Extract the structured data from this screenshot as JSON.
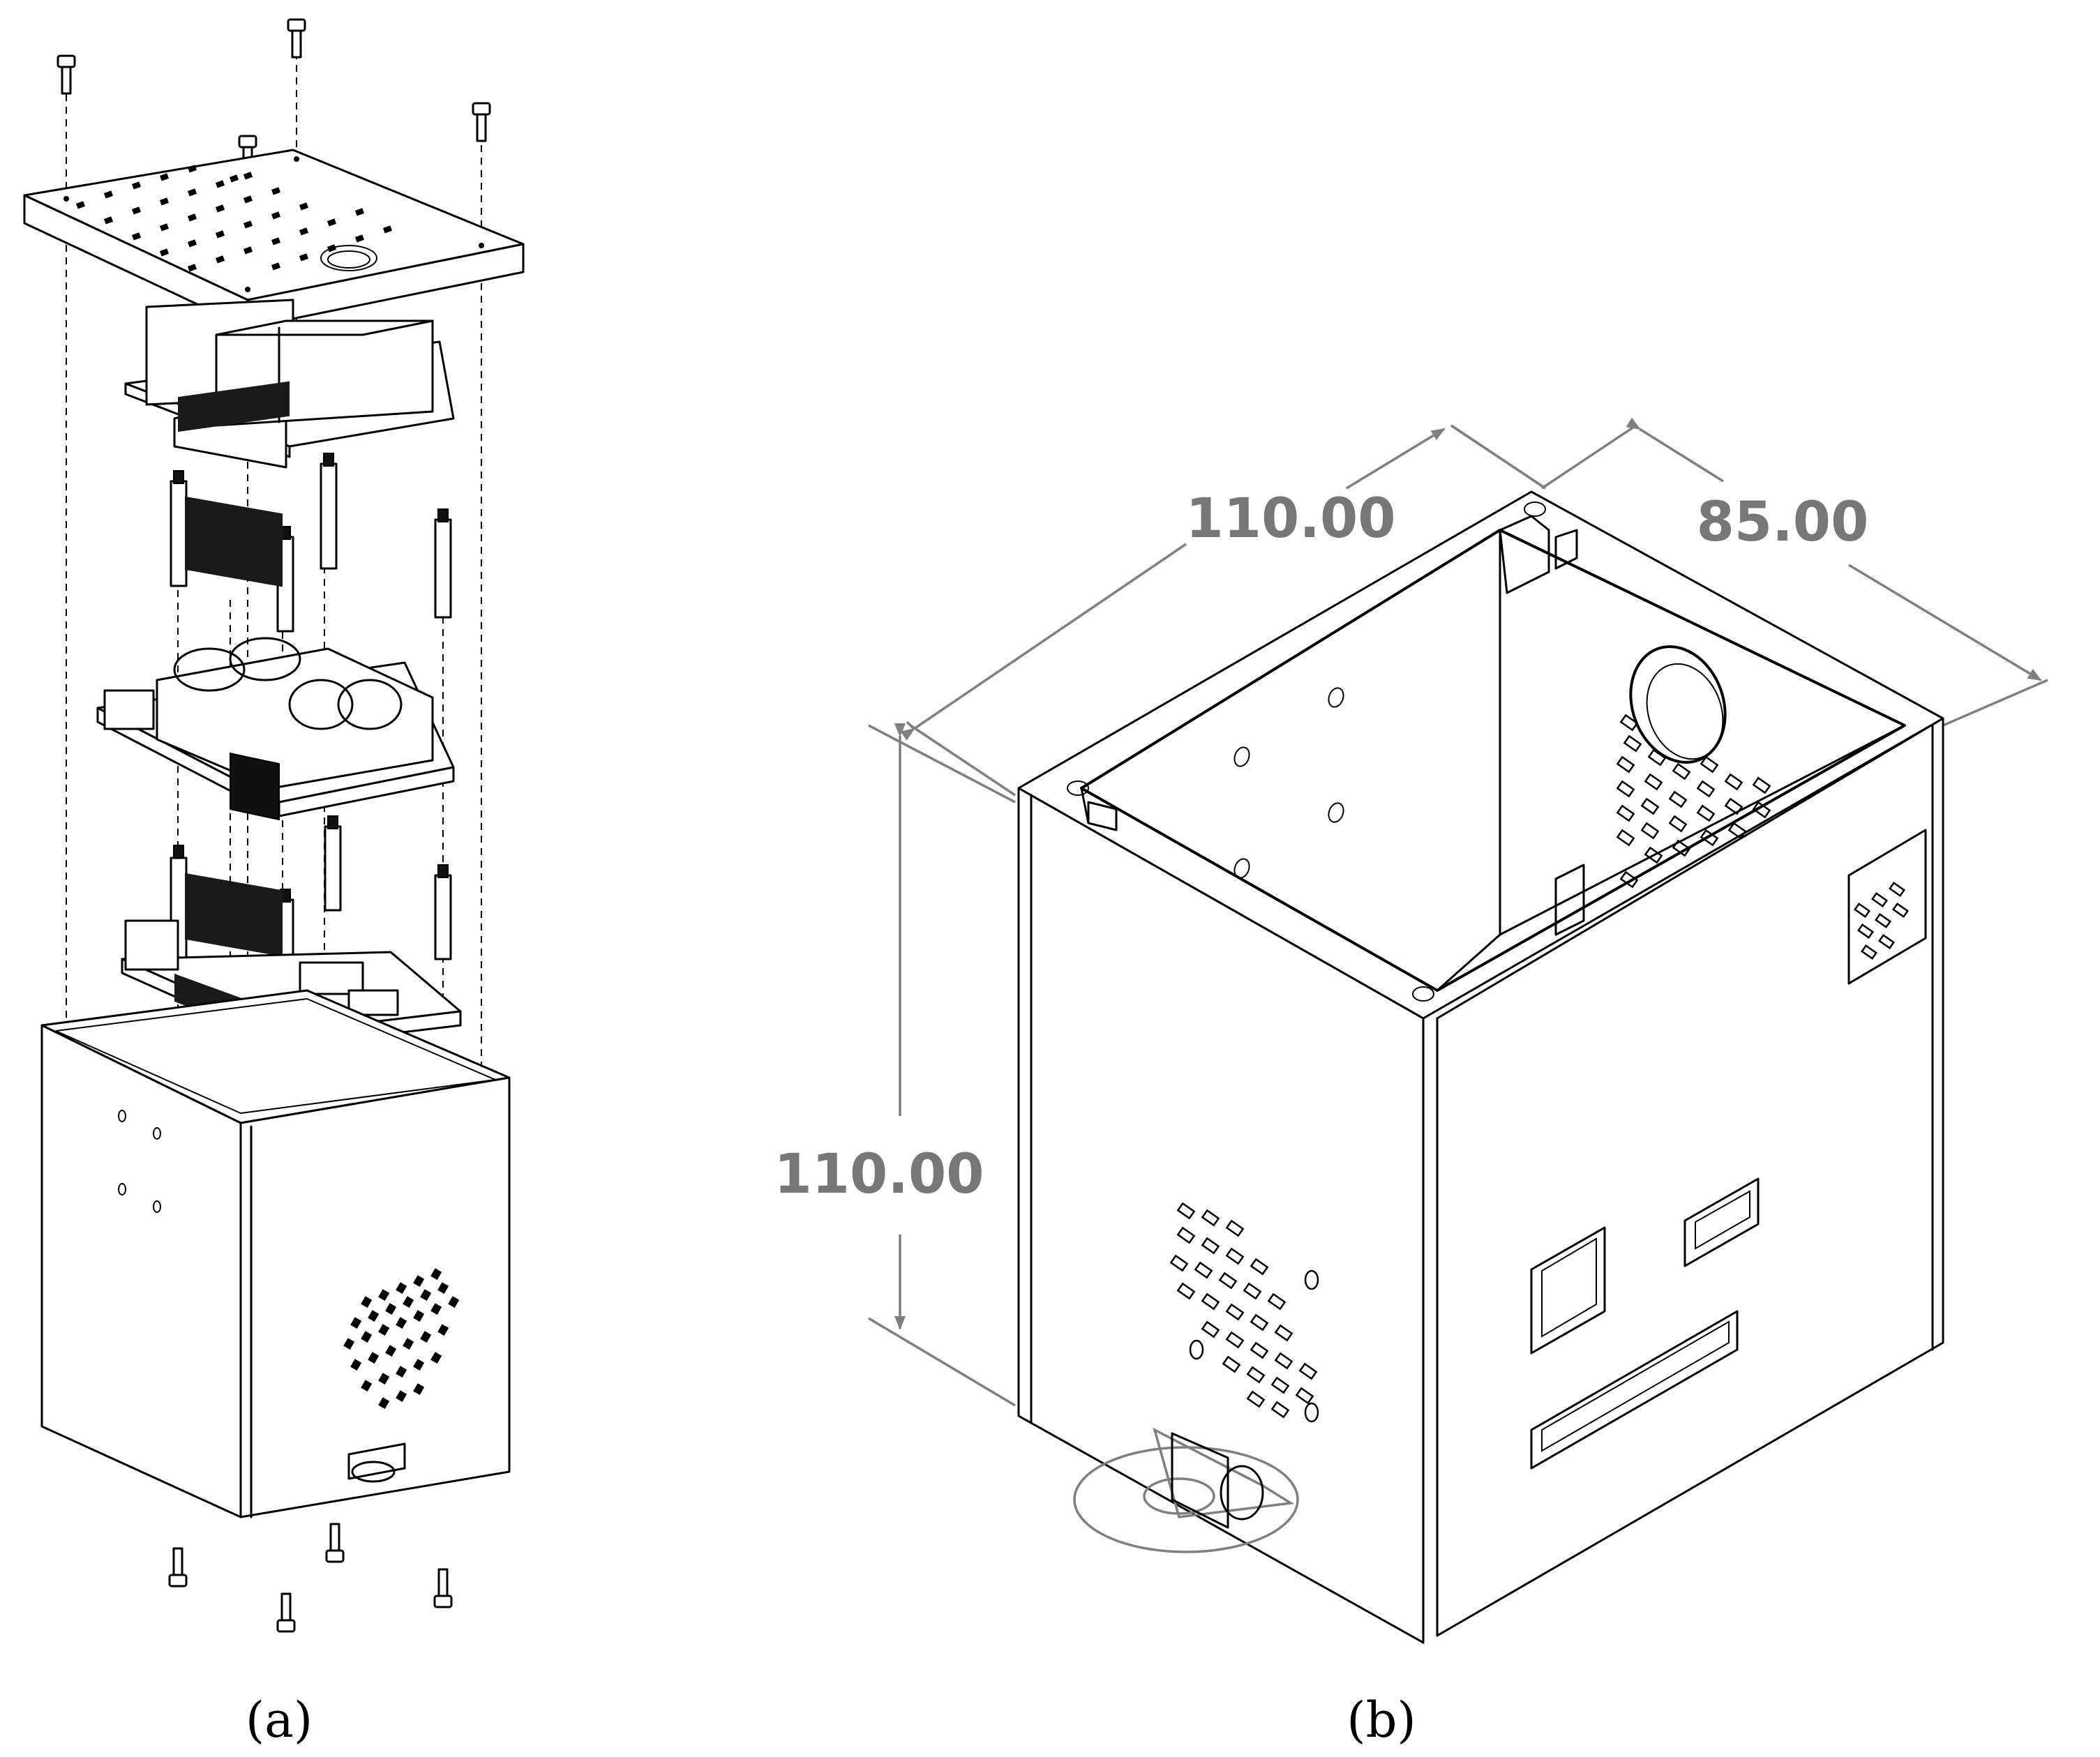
{
  "panels": {
    "a": {
      "caption": "(a)"
    },
    "b": {
      "caption": "(b)",
      "dimensions": {
        "width_label": "110.00",
        "depth_label": "85.00",
        "height_label": "110.00"
      }
    }
  },
  "colors": {
    "line": "#000000",
    "dimension": "#7f7f7f",
    "background": "#ffffff"
  }
}
